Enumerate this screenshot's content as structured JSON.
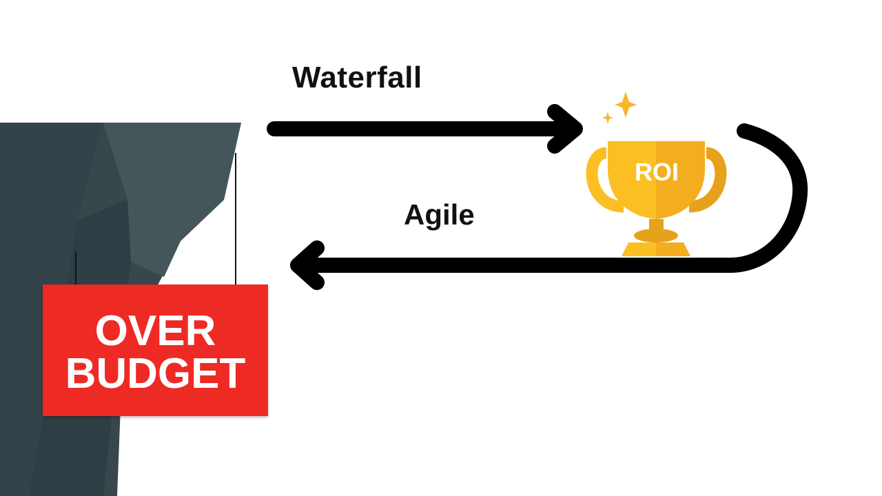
{
  "labels": {
    "waterfall": "Waterfall",
    "agile": "Agile"
  },
  "sign": {
    "line1": "OVER",
    "line2": "BUDGET"
  },
  "trophy": {
    "text": "ROI"
  },
  "colors": {
    "sign_red": "#ee2a24",
    "cliff_dark": "#37474c",
    "cliff_light": "#45565b",
    "trophy_gold": "#fbbf24",
    "trophy_light": "#fcd34d",
    "trophy_dark": "#e6a21a",
    "arrow": "#000000",
    "sparkle": "#f6b72a"
  },
  "icons": {
    "cliff": "cliff-rock",
    "trophy": "trophy-icon",
    "sparkle": "sparkle-icon",
    "arrow_right": "arrow-right-icon",
    "arrow_left": "arrow-left-icon"
  }
}
